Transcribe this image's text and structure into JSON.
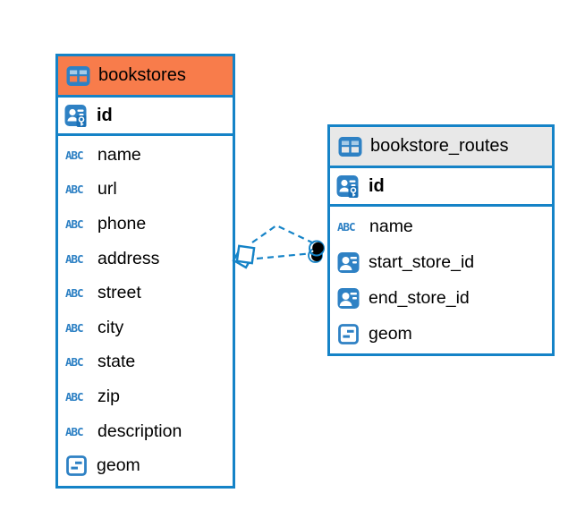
{
  "colors": {
    "accent_blue": "#1583c7",
    "icon_blue": "#2e81c4",
    "icon_cell_light": "#a6cbe7",
    "key_badge_blue": "#1a70b6",
    "bookstores_header": "#f87c4b",
    "routes_header": "#e8e8e8",
    "relation_line_blue": "#1583c7"
  },
  "icons": {
    "abc_label": "ABC"
  },
  "tables": [
    {
      "title": "bookstores",
      "pk": {
        "name": "id",
        "icon": "person-key-icon"
      },
      "columns": [
        {
          "name": "name",
          "icon": "text-type-icon"
        },
        {
          "name": "url",
          "icon": "text-type-icon"
        },
        {
          "name": "phone",
          "icon": "text-type-icon"
        },
        {
          "name": "address",
          "icon": "text-type-icon"
        },
        {
          "name": "street",
          "icon": "text-type-icon"
        },
        {
          "name": "city",
          "icon": "text-type-icon"
        },
        {
          "name": "state",
          "icon": "text-type-icon"
        },
        {
          "name": "zip",
          "icon": "text-type-icon"
        },
        {
          "name": "description",
          "icon": "text-type-icon"
        },
        {
          "name": "geom",
          "icon": "geometry-type-icon"
        }
      ]
    },
    {
      "title": "bookstore_routes",
      "pk": {
        "name": "id",
        "icon": "person-key-icon"
      },
      "columns": [
        {
          "name": "name",
          "icon": "text-type-icon"
        },
        {
          "name": "start_store_id",
          "icon": "reference-type-icon"
        },
        {
          "name": "end_store_id",
          "icon": "reference-type-icon"
        },
        {
          "name": "geom",
          "icon": "geometry-type-icon"
        }
      ]
    }
  ],
  "relationships": [
    {
      "from_table": "bookstores",
      "to_table": "bookstore_routes",
      "line_style": "dashed",
      "from_marker": "diamond",
      "to_marker": "dot"
    },
    {
      "from_table": "bookstores",
      "to_table": "bookstore_routes",
      "line_style": "dashed",
      "from_marker": "diamond",
      "to_marker": "dot"
    }
  ]
}
